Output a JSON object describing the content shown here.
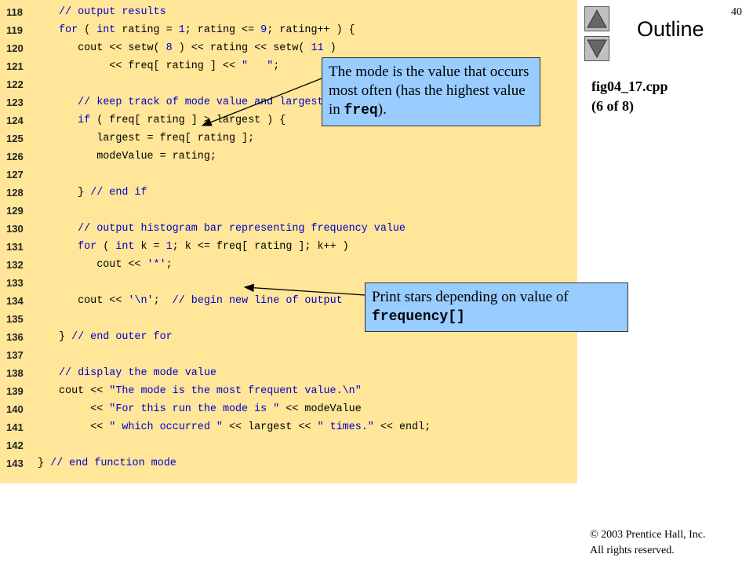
{
  "slide": {
    "page_number": "40",
    "outline_label": "Outline",
    "file_name": "fig04_17.cpp",
    "part": "(6 of 8)",
    "copyright_line1": "© 2003 Prentice Hall, Inc.",
    "copyright_line2": "All rights reserved."
  },
  "nav": {
    "up_icon": "triangle-up-icon",
    "down_icon": "triangle-down-icon"
  },
  "colors": {
    "code_background": "#ffe699",
    "callout_background": "#99ccff",
    "syntax_blue": "#0000cc"
  },
  "code_lines": [
    {
      "n": "118",
      "segs": [
        [
          "// output results",
          "cm"
        ]
      ]
    },
    {
      "n": "119",
      "segs": [
        [
          "for",
          "kw"
        ],
        [
          " ( ",
          ""
        ],
        [
          "int",
          "kw"
        ],
        [
          " rating = ",
          ""
        ],
        [
          "1",
          "nm"
        ],
        [
          "; rating <= ",
          ""
        ],
        [
          "9",
          "nm"
        ],
        [
          "; rating++ ) {",
          ""
        ]
      ]
    },
    {
      "n": "120",
      "segs": [
        [
          "   cout << setw( ",
          ""
        ],
        [
          "8",
          "nm"
        ],
        [
          " ) << rating << setw( ",
          ""
        ],
        [
          "11",
          "nm"
        ],
        [
          " )",
          ""
        ]
      ]
    },
    {
      "n": "121",
      "segs": [
        [
          "        << freq[ rating ] << ",
          ""
        ],
        [
          "\"   \"",
          "st"
        ],
        [
          ";",
          ""
        ]
      ]
    },
    {
      "n": "122",
      "segs": []
    },
    {
      "n": "123",
      "segs": [
        [
          "   ",
          ""
        ],
        [
          "// keep track of mode value and largest fequency value",
          "cm"
        ]
      ]
    },
    {
      "n": "124",
      "segs": [
        [
          "   ",
          ""
        ],
        [
          "if",
          "kw"
        ],
        [
          " ( freq[ rating ] > largest ) {",
          ""
        ]
      ]
    },
    {
      "n": "125",
      "segs": [
        [
          "      largest = freq[ rating ];",
          ""
        ]
      ]
    },
    {
      "n": "126",
      "segs": [
        [
          "      modeValue = rating;",
          ""
        ]
      ]
    },
    {
      "n": "127",
      "segs": []
    },
    {
      "n": "128",
      "segs": [
        [
          "   } ",
          ""
        ],
        [
          "// end if",
          "cm"
        ]
      ]
    },
    {
      "n": "129",
      "segs": []
    },
    {
      "n": "130",
      "segs": [
        [
          "   ",
          ""
        ],
        [
          "// output histogram bar representing frequency value",
          "cm"
        ]
      ]
    },
    {
      "n": "131",
      "segs": [
        [
          "   ",
          ""
        ],
        [
          "for",
          "kw"
        ],
        [
          " ( ",
          ""
        ],
        [
          "int",
          "kw"
        ],
        [
          " k = ",
          ""
        ],
        [
          "1",
          "nm"
        ],
        [
          "; k <= freq[ rating ]; k++ )",
          ""
        ]
      ]
    },
    {
      "n": "132",
      "segs": [
        [
          "      cout << ",
          ""
        ],
        [
          "'*'",
          "st"
        ],
        [
          ";",
          ""
        ]
      ]
    },
    {
      "n": "133",
      "segs": []
    },
    {
      "n": "134",
      "segs": [
        [
          "   cout << ",
          ""
        ],
        [
          "'\\n'",
          "st"
        ],
        [
          ";  ",
          ""
        ],
        [
          "// begin new line of output",
          "cm"
        ]
      ]
    },
    {
      "n": "135",
      "segs": []
    },
    {
      "n": "136",
      "segs": [
        [
          "} ",
          ""
        ],
        [
          "// end outer for",
          "cm"
        ]
      ]
    },
    {
      "n": "137",
      "segs": []
    },
    {
      "n": "138",
      "segs": [
        [
          "// display the mode value",
          "cm"
        ]
      ]
    },
    {
      "n": "139",
      "segs": [
        [
          "cout << ",
          ""
        ],
        [
          "\"The mode is the most frequent value.\\n\"",
          "st"
        ]
      ]
    },
    {
      "n": "140",
      "segs": [
        [
          "     << ",
          ""
        ],
        [
          "\"For this run the mode is \"",
          "st"
        ],
        [
          " << modeValue",
          ""
        ]
      ]
    },
    {
      "n": "141",
      "segs": [
        [
          "     << ",
          ""
        ],
        [
          "\" which occurred \"",
          "st"
        ],
        [
          " << largest << ",
          ""
        ],
        [
          "\" times.\"",
          "st"
        ],
        [
          " << endl;",
          ""
        ]
      ]
    },
    {
      "n": "142",
      "segs": []
    },
    {
      "n": "143",
      "segs": [
        [
          "} ",
          ""
        ],
        [
          "// end function mode",
          "cm"
        ]
      ]
    }
  ],
  "callouts": {
    "mode": {
      "text_before": "The mode is the value that occurs most often (has the highest value in ",
      "code": "freq",
      "text_after": ")."
    },
    "stars": {
      "text_before": "Print stars depending on value of ",
      "code": "frequency[]",
      "text_after": ""
    }
  }
}
